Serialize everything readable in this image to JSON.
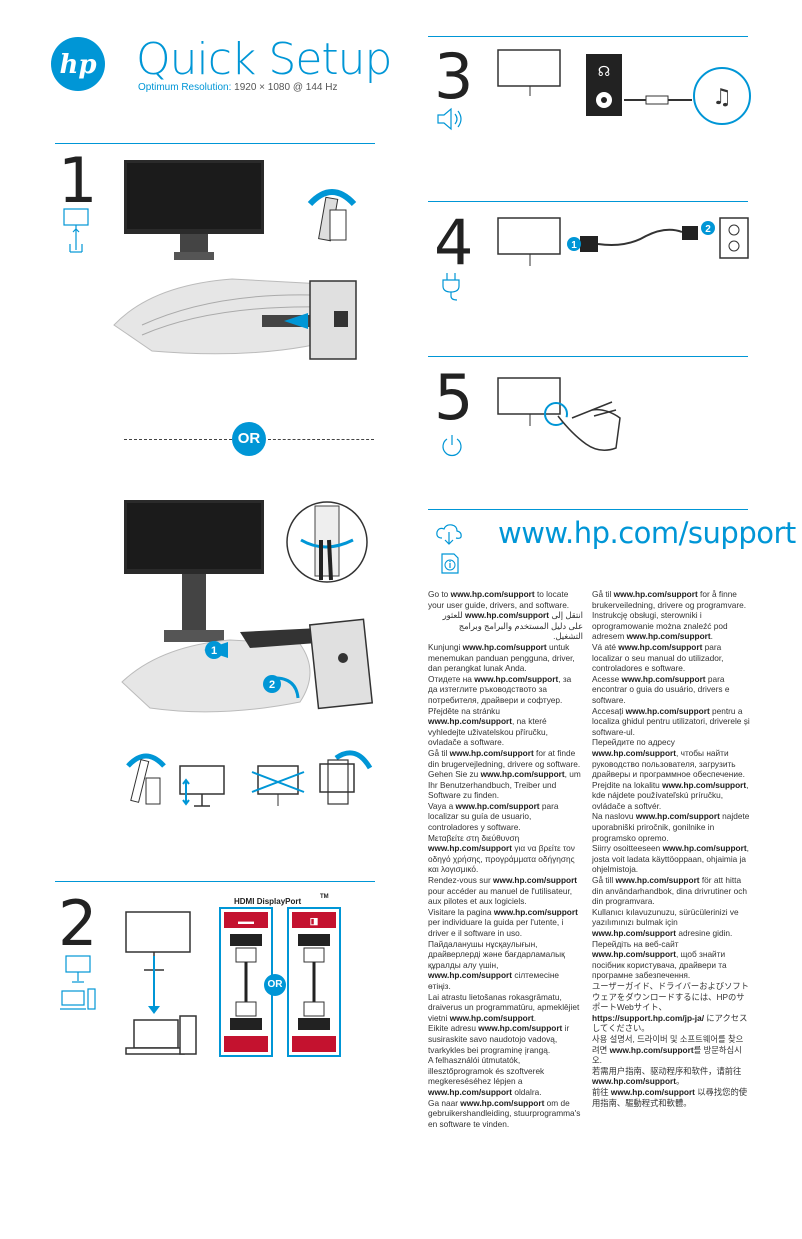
{
  "header": {
    "title": "Quick Setup",
    "resolution_label": "Optimum Resolution:",
    "resolution_value": "1920 × 1080 @ 144 Hz"
  },
  "steps": [
    {
      "number": "1"
    },
    {
      "number": "2",
      "hdmi_label": "HDMI",
      "displayport_label": "DisplayPort",
      "tm": "TM"
    },
    {
      "number": "3"
    },
    {
      "number": "4"
    },
    {
      "number": "5"
    }
  ],
  "or_label": "OR",
  "callouts": [
    "1",
    "2"
  ],
  "support_url": "www.hp.com/support",
  "colors": {
    "accent": "#0096d6"
  },
  "icons": [
    "hp-logo-icon",
    "monitor-height-icon",
    "audio-speaker-icon",
    "power-plug-icon",
    "power-button-icon",
    "cloud-download-icon",
    "info-document-icon"
  ],
  "support_text_left": [
    [
      "Go to ",
      "www.hp.com/support",
      " to locate your user guide, drivers, and software."
    ],
    [
      "انتقل إلى ",
      "www.hp.com/support",
      " للعثور على دليل المستخدم والبرامج وبرامج التشغيل."
    ],
    [
      "Kunjungi ",
      "www.hp.com/support",
      " untuk menemukan panduan pengguna, driver, dan perangkat lunak Anda."
    ],
    [
      "Отидете на ",
      "www.hp.com/support",
      ", за да изтеглите ръководството за потребителя, драйвери и софтуер."
    ],
    [
      "Přejděte na stránku ",
      "www.hp.com/support",
      ", na které vyhledejte uživatelskou příručku, ovladače a software."
    ],
    [
      "Gå til ",
      "www.hp.com/support",
      " for at finde din brugervejledning, drivere og software."
    ],
    [
      "Gehen Sie zu ",
      "www.hp.com/support",
      ", um Ihr Benutzerhandbuch, Treiber und Software zu finden."
    ],
    [
      "Vaya a ",
      "www.hp.com/support",
      " para localizar su guía de usuario, controladores y software."
    ],
    [
      "Μεταβείτε στη διεύθυνση ",
      "www.hp.com/support",
      " για να βρείτε τον οδηγό χρήσης, προγράμματα οδήγησης και λογισμικό."
    ],
    [
      "Rendez-vous sur ",
      "www.hp.com/support",
      " pour accéder au manuel de l'utilisateur, aux pilotes et aux logiciels."
    ],
    [
      "Visitare la pagina ",
      "www.hp.com/support",
      " per individuare la guida per l'utente, i driver e il software in uso."
    ],
    [
      "Пайдаланушы нұсқаулығын, драйверлерді және бағдарламалық құралды алу үшін, ",
      "www.hp.com/support",
      " сілтемесіне өтіңіз."
    ],
    [
      "Lai atrastu lietošanas rokasgrāmatu, draiverus un programmatūru, apmeklējiet vietni ",
      "www.hp.com/support",
      "."
    ],
    [
      "Eikite adresu ",
      "www.hp.com/support",
      " ir susiraskite savo naudotojo vadovą, tvarkykles bei programinę įrangą."
    ],
    [
      "A felhasználói útmutatók, illesztőprogramok és szoftverek megkereséséhez lépjen a ",
      "www.hp.com/support",
      " oldalra."
    ],
    [
      "Ga naar ",
      "www.hp.com/support",
      " om de gebruikershandleiding, stuurprogramma's en software te vinden."
    ]
  ],
  "support_text_right": [
    [
      "Gå til ",
      "www.hp.com/support",
      " for å finne brukerveiledning, drivere og programvare."
    ],
    [
      "Instrukcję obsługi, sterowniki i oprogramowanie można znaleźć pod adresem ",
      "www.hp.com/support",
      "."
    ],
    [
      "Vá até ",
      "www.hp.com/support",
      " para localizar o seu manual do utilizador, controladores e software."
    ],
    [
      "Acesse ",
      "www.hp.com/support",
      " para encontrar o guia do usuário, drivers e software."
    ],
    [
      "Accesați ",
      "www.hp.com/support",
      " pentru a localiza ghidul pentru utilizatori, driverele și software-ul."
    ],
    [
      "Перейдите по адресу ",
      "www.hp.com/support",
      ", чтобы найти руководство пользователя, загрузить драйверы и программное обеспечение."
    ],
    [
      "Prejdite na lokalitu ",
      "www.hp.com/support",
      ", kde nájdete používateľskú príručku, ovládače a softvér."
    ],
    [
      "Na naslovu ",
      "www.hp.com/support",
      " najdete uporabniški priročnik, gonilnike in programsko opremo."
    ],
    [
      "Siirry osoitteeseen ",
      "www.hp.com/support",
      ", josta voit ladata käyttöoppaan, ohjaimia ja ohjelmistoja."
    ],
    [
      "Gå till ",
      "www.hp.com/support",
      " för att hitta din användarhandbok, dina drivrutiner och din programvara."
    ],
    [
      "Kullanıcı kılavuzunuzu, sürücülerinizi ve yazılımınızı bulmak için ",
      "www.hp.com/support",
      " adresine gidin."
    ],
    [
      "Перейдіть на веб-сайт ",
      "www.hp.com/support",
      ", щоб знайти посібник користувача, драйвери та програмне забезпечення."
    ],
    [
      "ユーザーガイド、ドライバーおよびソフトウェアをダウンロードするには、HPのサポートWebサイト、",
      "https://support.hp.com/jp-ja/",
      " にアクセスしてください。"
    ],
    [
      "사용 설명서, 드라이버 및 소프트웨어를 찾으려면 ",
      "www.hp.com/support",
      "를 방문하십시오."
    ],
    [
      "若需用户指南、驱动程序和软件，请前往 ",
      "www.hp.com/support",
      "。"
    ],
    [
      "前往 ",
      "www.hp.com/support",
      " 以尋找您的使用指南、驅動程式和軟體。"
    ]
  ]
}
